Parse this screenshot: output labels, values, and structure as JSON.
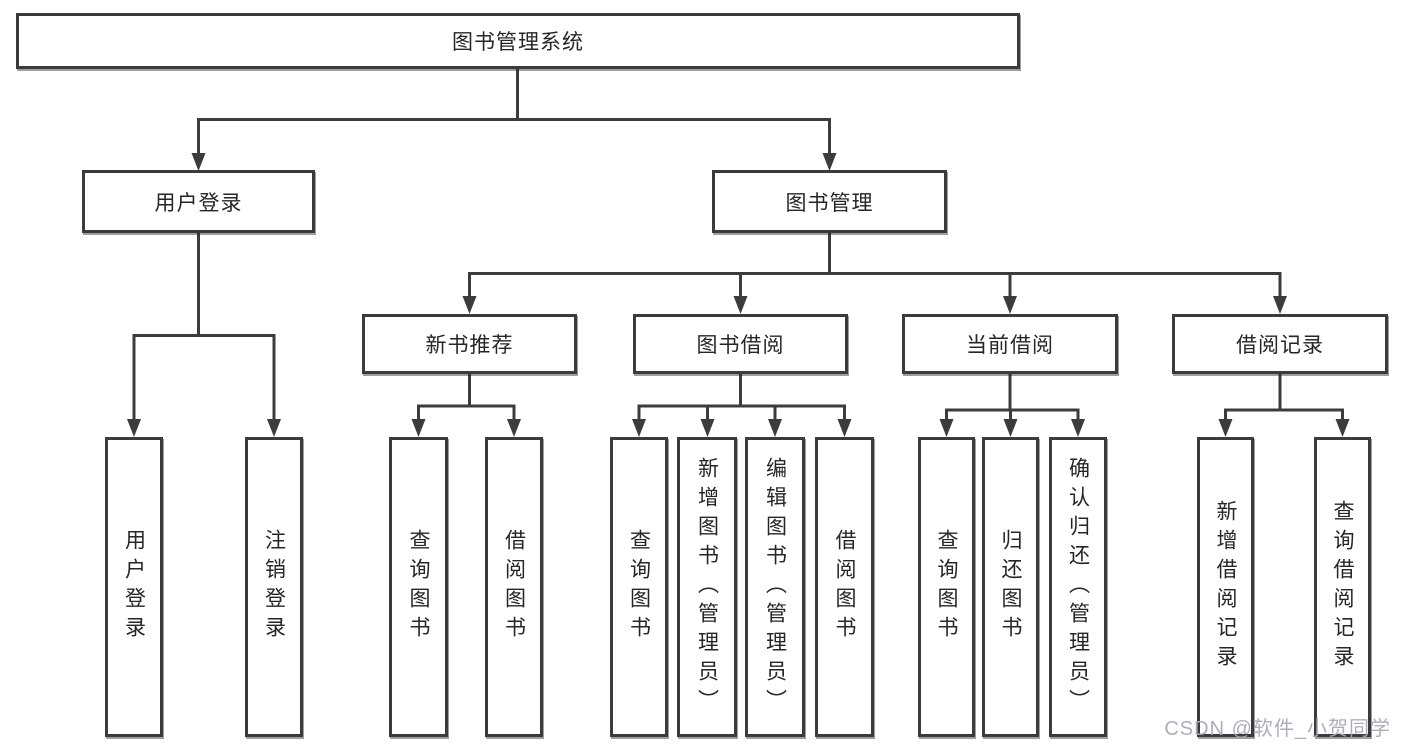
{
  "nodes": {
    "root": "图书管理系统",
    "user_login": "用户登录",
    "book_mgmt": "图书管理",
    "new_book_rec": "新书推荐",
    "book_borrow": "图书借阅",
    "current_borrow": "当前借阅",
    "borrow_records": "借阅记录",
    "login_leaf_user_login": "用户登录",
    "login_leaf_logout": "注销登录",
    "rec_leaf_query_books": "查询图书",
    "rec_leaf_borrow_books": "借阅图书",
    "borrow_leaf_query_books": "查询图书",
    "borrow_leaf_add_books": "新增图书（管理员）",
    "borrow_leaf_edit_books": "编辑图书（管理员）",
    "borrow_leaf_borrow_books": "借阅图书",
    "current_leaf_query_books": "查询图书",
    "current_leaf_return_books": "归还图书",
    "current_leaf_confirm_return": "确认归还（管理员）",
    "records_leaf_add_record": "新增借阅记录",
    "records_leaf_query_record": "查询借阅记录"
  },
  "watermark": "CSDN @软件_小贺同学",
  "colors": {
    "line": "#3c3c3c",
    "text": "#262626",
    "background": "#ffffff",
    "watermark": "#a8aab6"
  }
}
